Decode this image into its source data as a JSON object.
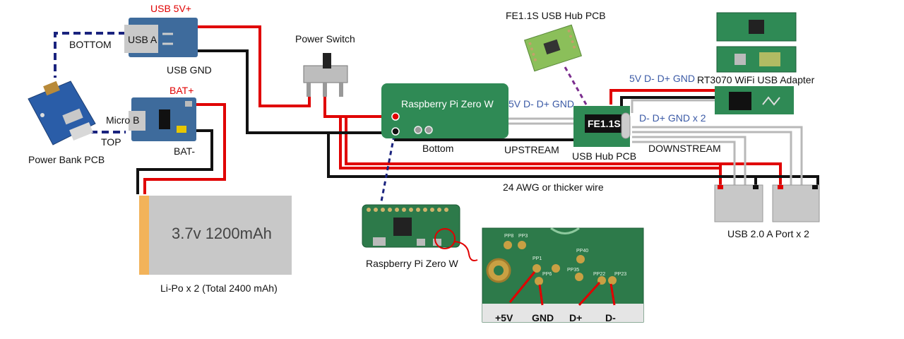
{
  "labels": {
    "usb_5v": "USB 5V+",
    "usb_a": "USB A",
    "bottom_wire": "BOTTOM",
    "usb_gnd": "USB GND",
    "power_switch": "Power Switch",
    "fe11s_pcb": "FE1.1S USB Hub PCB",
    "rt3070": "RT3070 WiFi USB Adapter",
    "bat_plus": "BAT+",
    "micro_b": "Micro B",
    "top_wire": "TOP",
    "bat_minus": "BAT-",
    "power_bank_pcb": "Power Bank PCB",
    "rpi_zero_title": "Raspberry Pi Zero W",
    "rpi_bottom": "Bottom",
    "upstream_signals": "5V D- D+ GND",
    "upstream": "UPSTREAM",
    "fe11s_chip": "FE1.1S",
    "usb_hub_pcb": "USB Hub PCB",
    "wifi_signals": "5V D- D+ GND",
    "downstream_signals": "D- D+ GND x 2",
    "downstream": "DOWNSTREAM",
    "awg": "24 AWG or thicker wire",
    "usb_ports": "USB 2.0 A Port x 2",
    "battery": "3.7v 1200mAh",
    "lipo": "Li-Po x 2 (Total 2400 mAh)",
    "rpi_zero_photo": "Raspberry Pi Zero W",
    "pad_5v": "+5V",
    "pad_gnd": "GND",
    "pad_dplus": "D+",
    "pad_dminus": "D-",
    "pp1": "PP1",
    "pp6": "PP6",
    "pp8": "PP8",
    "pp3": "PP3",
    "pp35": "PP35",
    "pp40": "PP40",
    "pp22": "PP22",
    "pp23": "PP23"
  },
  "colors": {
    "wire_red": "#e00000",
    "wire_black": "#111111",
    "wire_gray": "#b8b8b8",
    "pcb_blue": "#3e6b9c",
    "pi_green": "#2f8a55",
    "battery_gray": "#c8c8c8",
    "battery_tab": "#f2b35a"
  }
}
